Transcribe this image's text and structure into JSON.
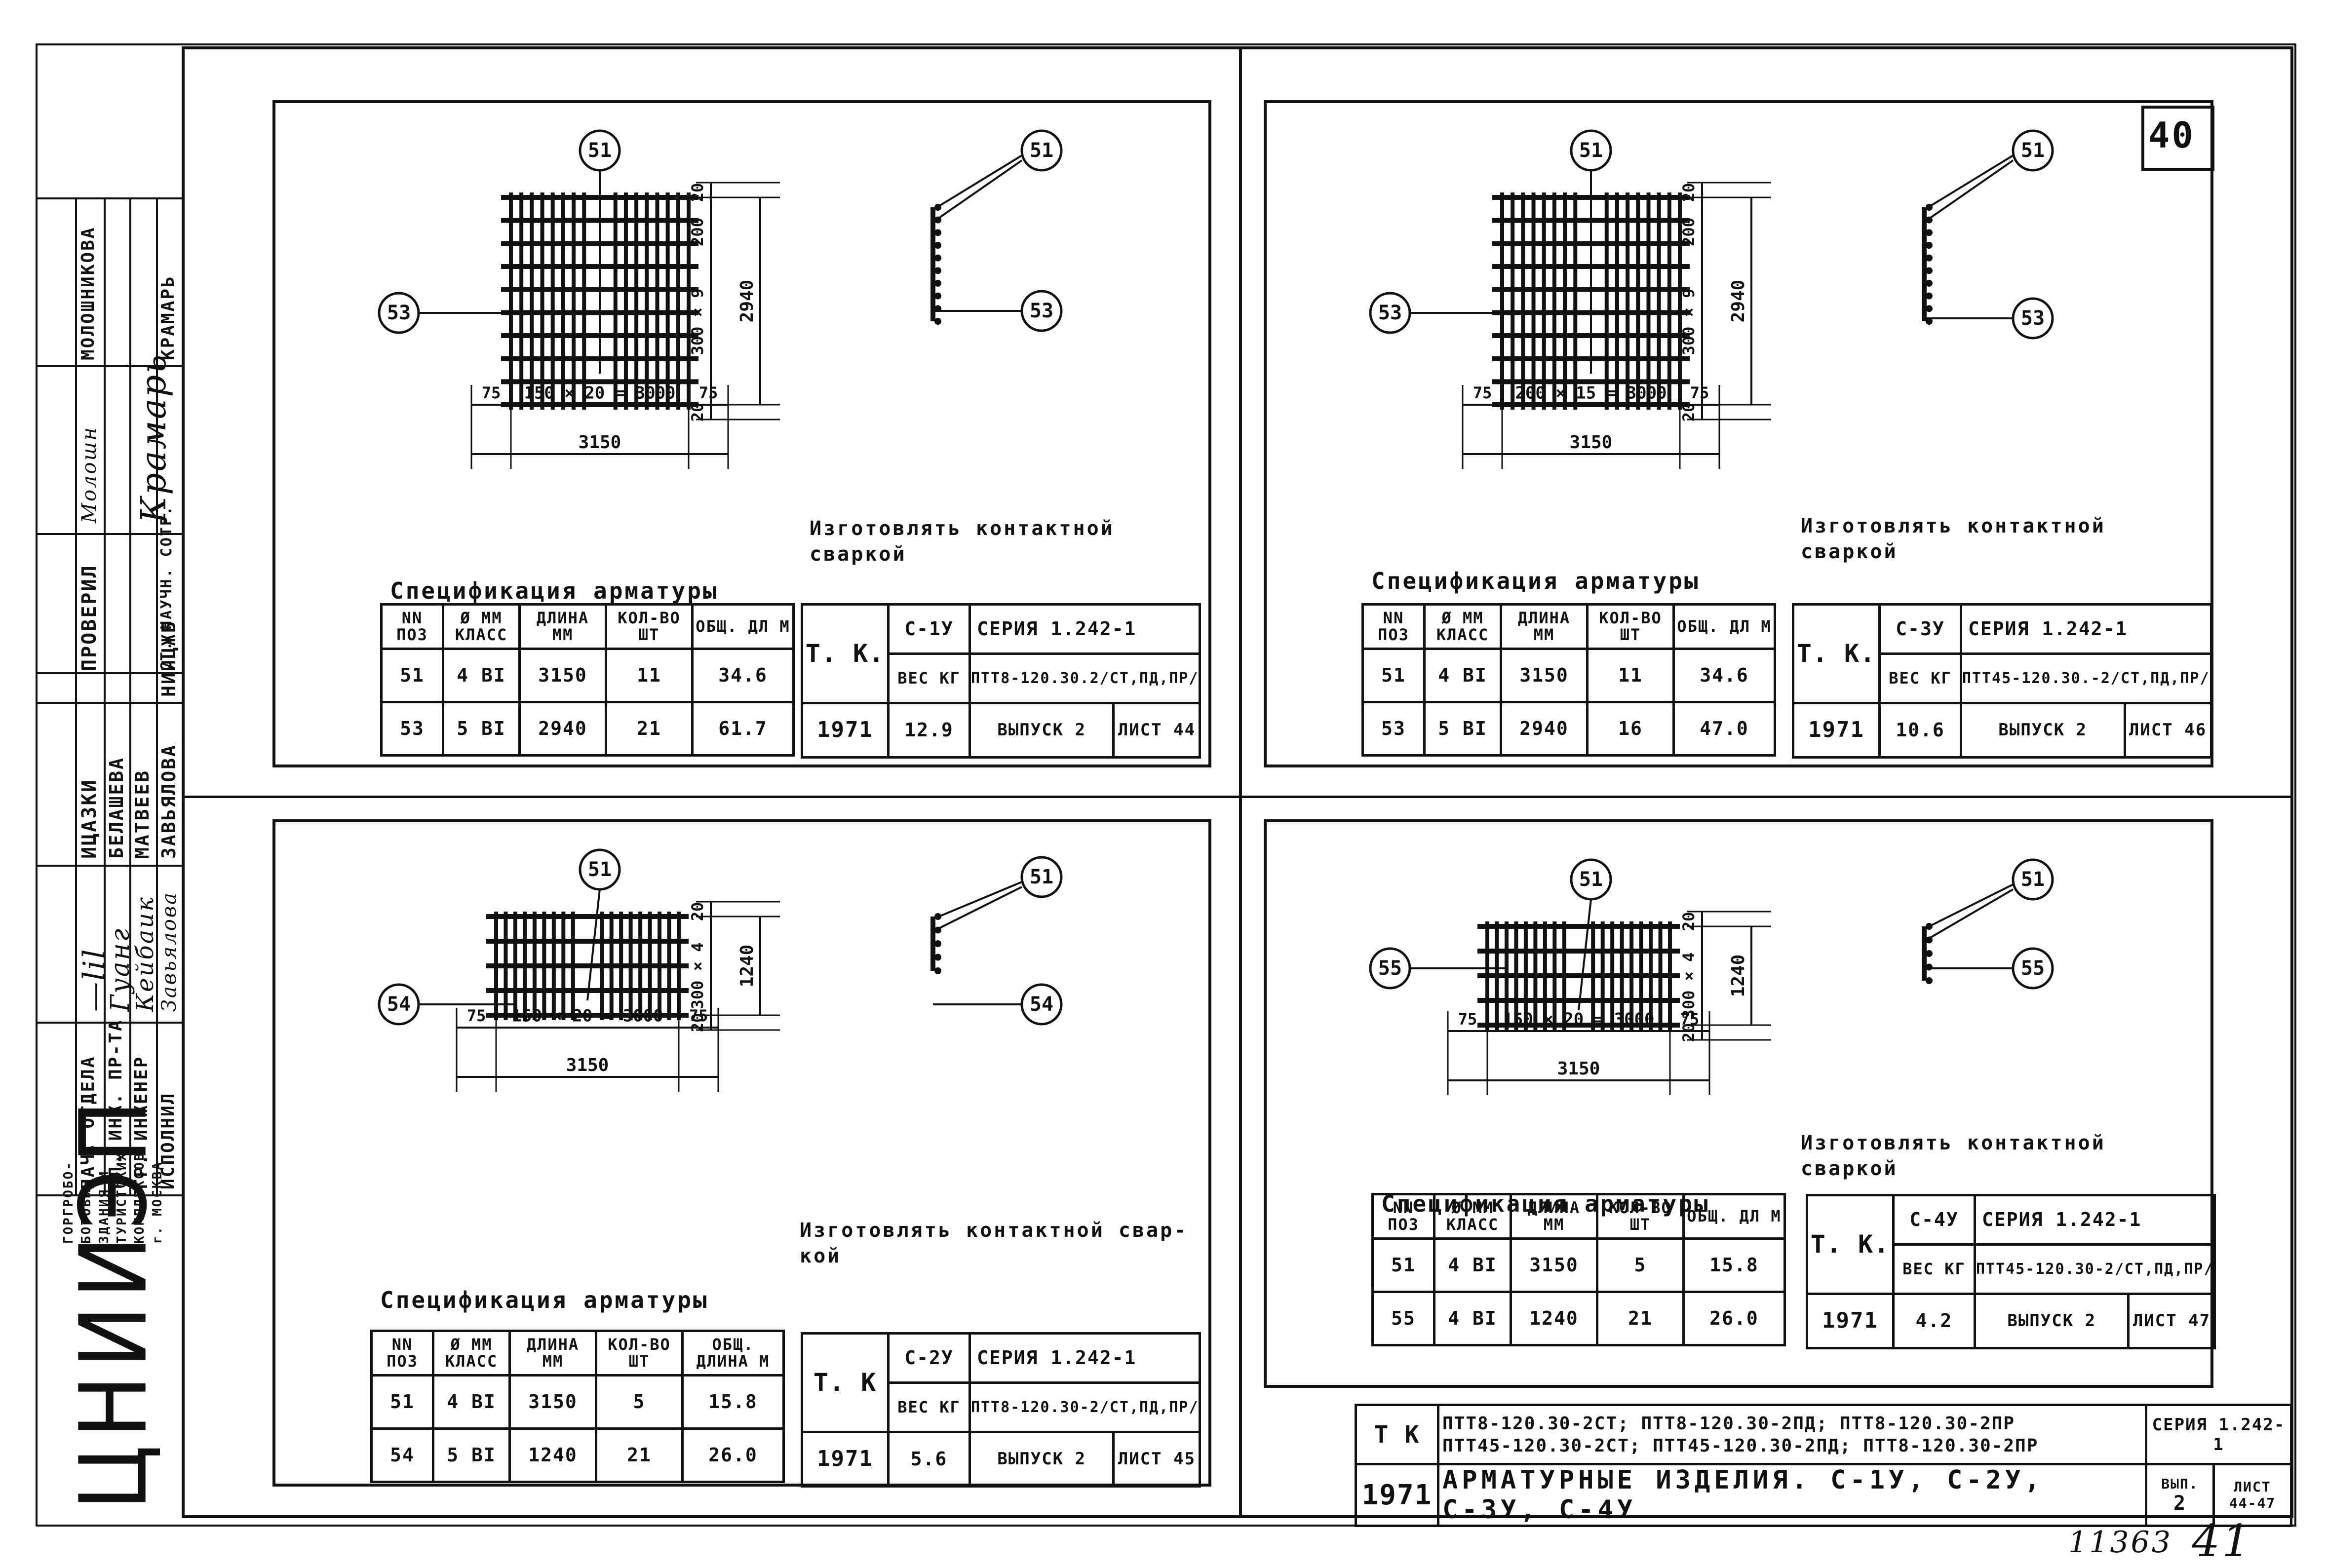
{
  "sheet_number": "40",
  "stamp_number": "11363",
  "page_number": "41",
  "left_strip": {
    "org": [
      "ГОРГРОБО-",
      "БОТОВЫЕ",
      "ЗДАНИЯ И",
      "ТУРИСТСКИХ",
      "КОМПЛЕКСОВ",
      "г. МОСКВА"
    ],
    "logo": "ЦНИИЭП",
    "roles": [
      "НАЧ. ОТДЕЛА",
      "ГЛ. ИНЖ. ПР-ТА",
      "ГР. ИНЖЕНЕР",
      "ИСПОЛНИЛ"
    ],
    "names_mid": [
      "БЕЛАШЕВА",
      "МАТВЕЕВ",
      "ЗАВЬЯЛОВА"
    ],
    "names_mid_hdr": "ИЦАЗКИ",
    "proveril": "ПРОВЕРИЛ",
    "nitsizh": "НИИЦЖБ",
    "st_nauch": "СТ. НАУЧН. СОТР.",
    "names_top": [
      "МОЛОШНИКОВА",
      "КРАМАРЬ"
    ]
  },
  "panels": [
    {
      "callouts": [
        "51",
        "53",
        "51",
        "53"
      ],
      "dims": {
        "top": "20",
        "mid": "200",
        "grid": "300 × 9",
        "bot": "20",
        "total": "2940",
        "l": "75",
        "span": "150 × 20 = 3000",
        "r": "75",
        "width": "3150"
      },
      "note": [
        "Изготовлять контактной",
        "сваркой"
      ],
      "spec_title": "Спецификация арматуры",
      "spec_head": [
        "NN ПОЗ",
        "Ø ММ КЛАСС",
        "ДЛИНА ММ",
        "КОЛ-ВО ШТ",
        "ОБЩ. ДЛ М"
      ],
      "spec_rows": [
        [
          "51",
          "4 ВI",
          "3150",
          "11",
          "34.6"
        ],
        [
          "53",
          "5 ВI",
          "2940",
          "21",
          "61.7"
        ]
      ],
      "tk": {
        "tk": "Т. К.",
        "year": "1971",
        "mark": "С-1У",
        "ves_lbl": "ВЕС КГ",
        "ves": "12.9",
        "seria": "СЕРИЯ 1.242-1",
        "code": "ПТТ8-120.30.2/СТ,ПД,ПР/",
        "vyp": "ВЫПУСК 2",
        "list": "ЛИСТ 44"
      }
    },
    {
      "callouts": [
        "51",
        "53",
        "51",
        "53"
      ],
      "dims": {
        "top": "20",
        "mid": "200",
        "grid": "300 × 9",
        "bot": "20",
        "total": "2940",
        "l": "75",
        "span": "200 × 15 = 3000",
        "r": "75",
        "width": "3150"
      },
      "note": [
        "Изготовлять контактной",
        "сваркой"
      ],
      "spec_title": "Спецификация арматуры",
      "spec_head": [
        "NN ПОЗ",
        "Ø ММ КЛАСС",
        "ДЛИНА ММ",
        "КОЛ-ВО ШТ",
        "ОБЩ. ДЛ М"
      ],
      "spec_rows": [
        [
          "51",
          "4 ВI",
          "3150",
          "11",
          "34.6"
        ],
        [
          "53",
          "5 ВI",
          "2940",
          "16",
          "47.0"
        ]
      ],
      "tk": {
        "tk": "Т. К.",
        "year": "1971",
        "mark": "С-3У",
        "ves_lbl": "ВЕС КГ",
        "ves": "10.6",
        "seria": "СЕРИЯ 1.242-1",
        "code": "ПТТ45-120.30.-2/СТ,ПД,ПР/",
        "vyp": "ВЫПУСК 2",
        "list": "ЛИСТ 46"
      }
    },
    {
      "callouts": [
        "51",
        "54",
        "51",
        "54"
      ],
      "dims": {
        "top": "20",
        "mid": "",
        "grid": "300 × 4",
        "bot": "20",
        "total": "1240",
        "l": "75",
        "span": "150 × 20 = 3000",
        "r": "75",
        "width": "3150"
      },
      "note": [
        "Изготовлять контактной свар-",
        "кой"
      ],
      "spec_title": "Спецификация арматуры",
      "spec_head": [
        "NN ПОЗ",
        "Ø ММ КЛАСС",
        "ДЛИНА ММ",
        "КОЛ-ВО ШТ",
        "ОБЩ. ДЛИНА М"
      ],
      "spec_rows": [
        [
          "51",
          "4 ВI",
          "3150",
          "5",
          "15.8"
        ],
        [
          "54",
          "5 ВI",
          "1240",
          "21",
          "26.0"
        ]
      ],
      "tk": {
        "tk": "Т. К",
        "year": "1971",
        "mark": "С-2У",
        "ves_lbl": "ВЕС КГ",
        "ves": "5.6",
        "seria": "СЕРИЯ 1.242-1",
        "code": "ПТТ8-120.30-2/СТ,ПД,ПР/",
        "vyp": "ВЫПУСК 2",
        "list": "ЛИСТ 45"
      }
    },
    {
      "callouts": [
        "51",
        "55",
        "51",
        "55"
      ],
      "dims": {
        "top": "20",
        "mid": "",
        "grid": "300 × 4",
        "bot": "20",
        "total": "1240",
        "l": "75",
        "span": "150 × 20 = 3000",
        "r": "75",
        "width": "3150"
      },
      "note": [
        "Изготовлять контактной",
        "сваркой"
      ],
      "spec_title": "Спецификация арматуры",
      "spec_head": [
        "NN ПОЗ",
        "Ø ММ КЛАСС",
        "ДЛИНА ММ",
        "КОЛ-ВО ШТ",
        "ОБЩ. ДЛ М"
      ],
      "spec_rows": [
        [
          "51",
          "4 ВI",
          "3150",
          "5",
          "15.8"
        ],
        [
          "55",
          "4 ВI",
          "1240",
          "21",
          "26.0"
        ]
      ],
      "tk": {
        "tk": "Т. К.",
        "year": "1971",
        "mark": "С-4У",
        "ves_lbl": "ВЕС КГ",
        "ves": "4.2",
        "seria": "СЕРИЯ 1.242-1",
        "code": "ПТТ45-120.30-2/СТ,ПД,ПР/",
        "vyp": "ВЫПУСК 2",
        "list": "ЛИСТ 47"
      }
    }
  ],
  "title_block": {
    "tk": "Т К",
    "year": "1971",
    "line1": "ПТТ8-120.30-2СТ; ПТТ8-120.30-2ПД; ПТТ8-120.30-2ПР",
    "line2": "ПТТ45-120.30-2СТ; ПТТ45-120.30-2ПД; ПТТ8-120.30-2ПР",
    "seria": "СЕРИЯ 1.242-1",
    "title": "АРМАТУРНЫЕ ИЗДЕЛИЯ. С-1У, С-2У, С-3У, С-4У",
    "vyp_lbl": "ВЫП.",
    "vyp": "2",
    "list_lbl": "ЛИСТ",
    "list": "44-47"
  }
}
